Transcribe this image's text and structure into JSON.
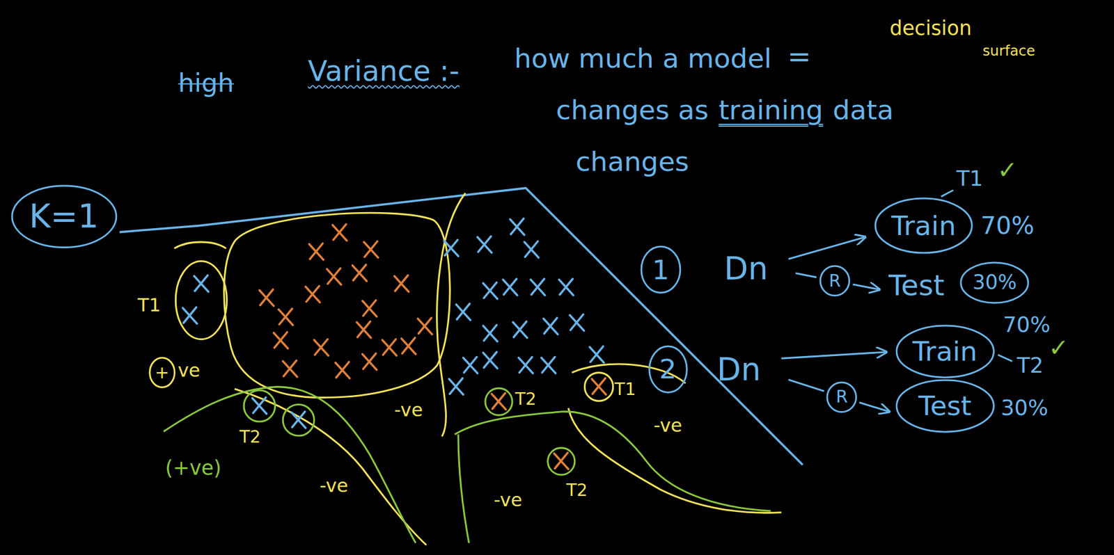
{
  "diagram": {
    "nodes": [
      {
        "text": [
          "K=1"
        ]
      },
      {
        "text": [
          "1"
        ]
      },
      {
        "text": [
          "Train"
        ]
      },
      {
        "text": [
          "R"
        ]
      },
      {
        "text": [
          "30%"
        ]
      },
      {
        "text": [
          "+"
        ]
      },
      {
        "text": [
          "2"
        ]
      },
      {
        "text": [
          "Train"
        ]
      },
      {
        "text": [
          "R"
        ]
      },
      {
        "text": [
          "Test"
        ]
      }
    ],
    "labels": [
      "high",
      "Variance :-",
      "how much a model",
      "=",
      "decision",
      "surface",
      "changes as",
      "training",
      "data",
      "changes",
      "T1",
      "ve",
      "-ve",
      "T2",
      "(+ve)",
      "-ve",
      "T2",
      "T1",
      "-ve",
      "T2",
      "-ve",
      "Dn",
      "T1",
      "✓",
      "70%",
      "Test",
      "Dn",
      "70%",
      "T2",
      "✓",
      "30%"
    ]
  }
}
